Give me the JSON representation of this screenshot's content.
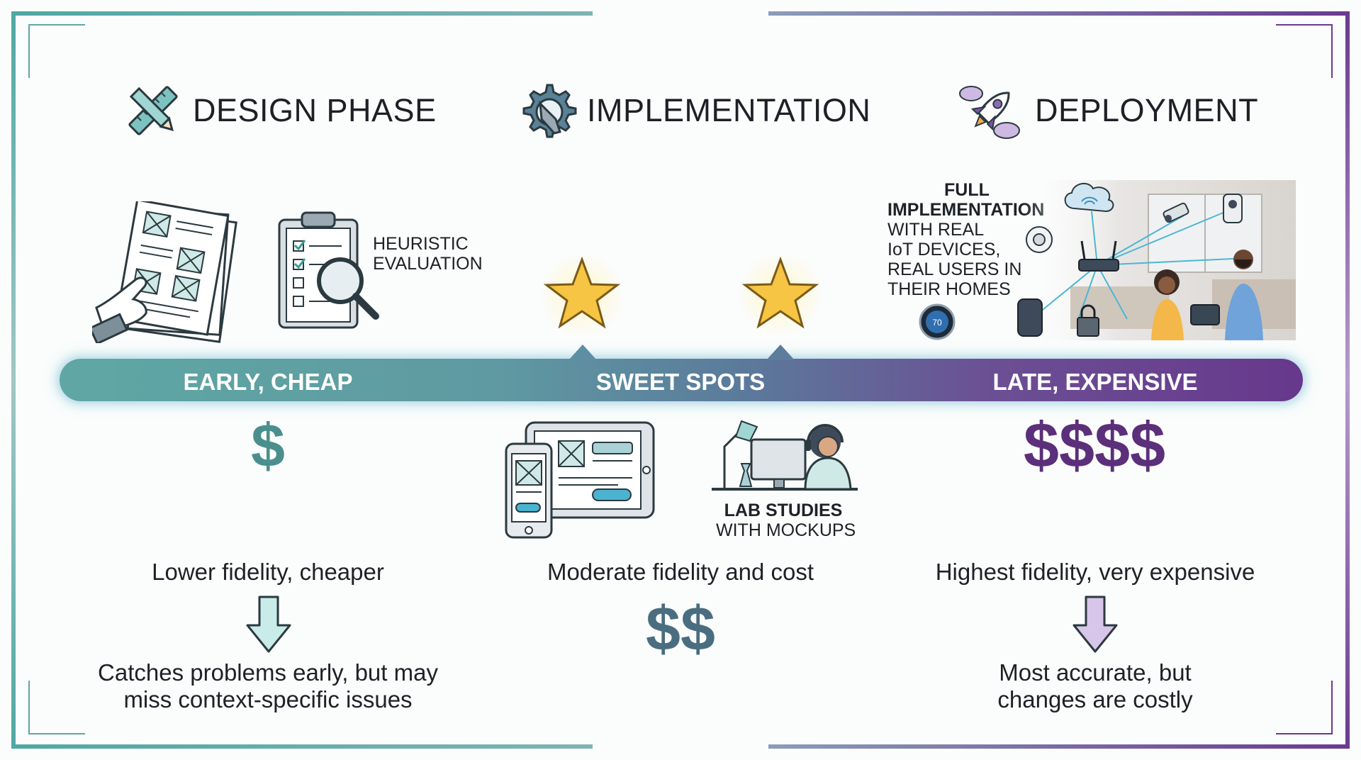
{
  "phases": {
    "design": "DESIGN PHASE",
    "implementation": "IMPLEMENTATION",
    "deployment": "DEPLOYMENT"
  },
  "timeline": {
    "left": "EARLY, CHEAP",
    "middle": "SWEET SPOTS",
    "right": "LATE, EXPENSIVE"
  },
  "design": {
    "heuristic_line1": "HEURISTIC",
    "heuristic_line2": "EVALUATION",
    "cost": "$",
    "fidelity": "Lower fidelity, cheaper",
    "outcome_line1": "Catches problems early, but may",
    "outcome_line2": "miss context-specific issues"
  },
  "implementation": {
    "lab_line1": "LAB STUDIES",
    "lab_line2": "WITH MOCKUPS",
    "fidelity": "Moderate fidelity and cost",
    "cost": "$$"
  },
  "deployment": {
    "full_line1": "FULL",
    "full_line2": "IMPLEMENTATION",
    "full_line3": "WITH REAL",
    "full_line4": "IoT DEVICES,",
    "full_line5": "REAL USERS IN",
    "full_line6": "THEIR HOMES",
    "thermostat": "70",
    "cost": "$$$$",
    "fidelity": "Highest fidelity, very expensive",
    "outcome_line1": "Most accurate, but",
    "outcome_line2": "changes are costly"
  },
  "colors": {
    "teal": "#5fa7a4",
    "purple": "#67388c",
    "slate": "#4a6d80",
    "star": "#f6c544"
  }
}
